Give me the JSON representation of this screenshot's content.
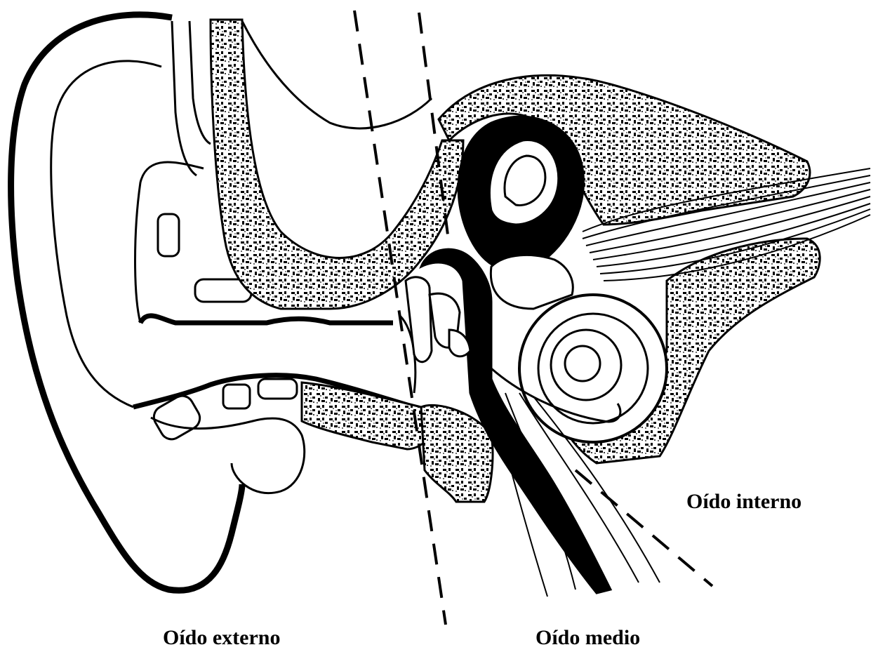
{
  "diagram": {
    "labels": {
      "outer": "Oído externo",
      "middle": "Oído medio",
      "inner": "Oído interno"
    },
    "colors": {
      "line": "#000000",
      "background": "#ffffff",
      "bone_speckle": "#000000"
    }
  }
}
